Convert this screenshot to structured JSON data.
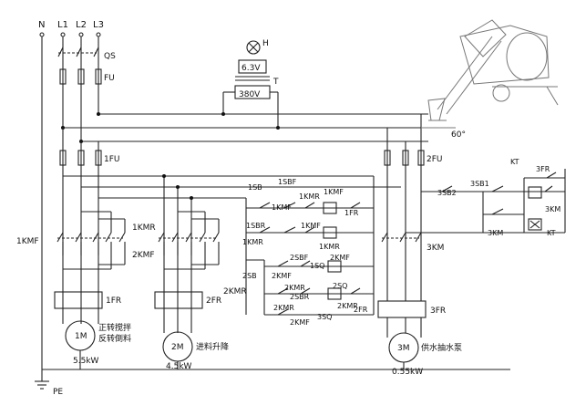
{
  "supply": {
    "n": "N",
    "l1": "L1",
    "l2": "L2",
    "l3": "L3",
    "qs": "QS",
    "fu": "FU",
    "fu1": "1FU",
    "fu2": "2FU",
    "pe": "PE"
  },
  "lamp": {
    "h": "H",
    "voltage": "6.3V",
    "t": "T",
    "primary": "380V"
  },
  "mixer_drawing": {
    "angle": "60°"
  },
  "motor1": {
    "name": "1M",
    "caption_line1": "正转搅拌",
    "caption_line2": "反转倒料",
    "power": "5.5kW",
    "kmf": "1KMF",
    "kmr": "1KMR",
    "kmf2": "2KMF",
    "fr": "1FR"
  },
  "motor2": {
    "name": "2M",
    "caption": "进料升降",
    "power": "4.5kW",
    "kmr": "2KMR",
    "fr": "2FR"
  },
  "motor3": {
    "name": "3M",
    "caption": "供水抽水泵",
    "power": "0.55kW",
    "km": "3KM",
    "fr": "3FR"
  },
  "control": {
    "sb1": "1SB",
    "sbf1": "1SBF",
    "kmf1": "1KMF",
    "kmr1": "1KMR",
    "kmf1b": "1KMF",
    "fr1": "1FR",
    "sbr1": "1SBR",
    "kmf1c": "1KMF",
    "kmr1b": "1KMR",
    "kmr1c": "1KMR",
    "sb2": "2SB",
    "sbf2": "2SBF",
    "sq1": "1SQ",
    "kmf2": "2KMF",
    "kmr2": "2KMR",
    "kmf2b": "2KMF",
    "sq2": "2SQ",
    "sbr2": "2SBR",
    "sq3": "3SQ",
    "kmr2b": "2KMR",
    "kmf2c": "2KMF",
    "kmr2c": "2KMR",
    "fr2": "2FR"
  },
  "pump_control": {
    "kt": "KT",
    "fr3": "3FR",
    "sb1": "3SB1",
    "sb2": "3SB2",
    "km": "3KM",
    "km2": "3KM",
    "kt2": "KT"
  }
}
